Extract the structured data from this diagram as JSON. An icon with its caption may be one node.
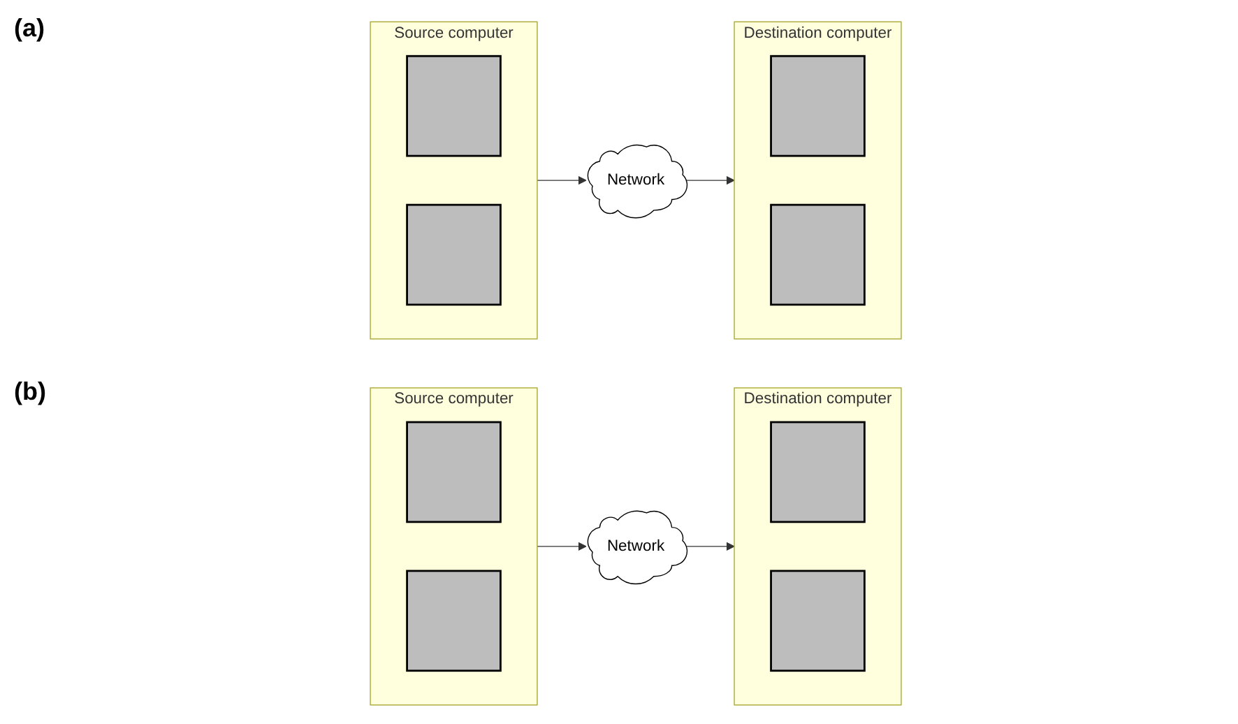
{
  "diagram": {
    "nodes": [
      {
        "text": [
          "Source computer"
        ]
      },
      {
        "text": [],
        "shape": "box",
        "in": 0
      },
      {
        "text": [],
        "shape": "box",
        "in": 0
      },
      {
        "text": [
          "Network"
        ]
      },
      {
        "text": [
          "Destination computer"
        ]
      },
      {
        "text": [],
        "shape": "box",
        "in": 4
      },
      {
        "text": [],
        "shape": "box",
        "in": 4
      },
      {
        "text": [
          "Source computer"
        ]
      },
      {
        "text": [],
        "shape": "box",
        "in": 7
      },
      {
        "text": [],
        "shape": "box",
        "in": 7
      },
      {
        "text": [
          "Network"
        ]
      },
      {
        "text": [
          "Destination computer"
        ]
      },
      {
        "text": [],
        "shape": "box",
        "in": 11
      },
      {
        "text": [],
        "shape": "box",
        "in": 11
      }
    ],
    "edges": [
      {
        "from": 0,
        "to": 3,
        "arrow": "to"
      },
      {
        "from": 3,
        "to": 4,
        "arrow": "to"
      },
      {
        "from": 7,
        "to": 10,
        "arrow": "to"
      },
      {
        "from": 10,
        "to": 11,
        "arrow": "to"
      }
    ],
    "labels": [
      "(a)",
      "(b)"
    ]
  }
}
